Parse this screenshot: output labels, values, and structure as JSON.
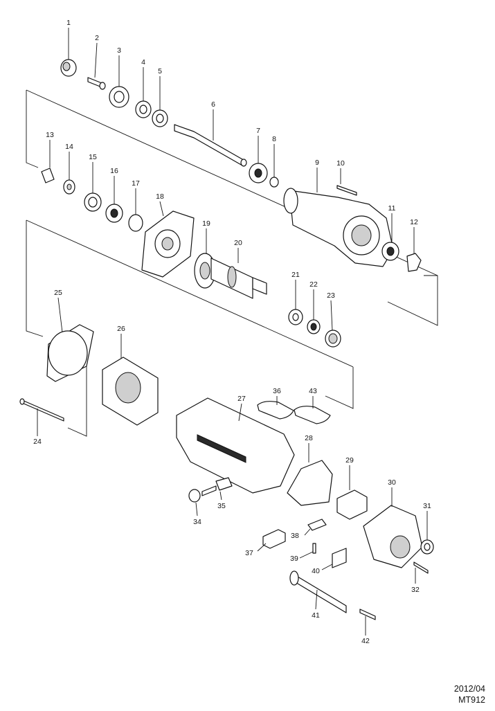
{
  "diagram": {
    "callouts": [
      "1",
      "2",
      "3",
      "4",
      "5",
      "6",
      "7",
      "8",
      "9",
      "10",
      "11",
      "12",
      "13",
      "14",
      "15",
      "16",
      "17",
      "18",
      "19",
      "20",
      "21",
      "22",
      "23",
      "24",
      "25",
      "26",
      "27",
      "28",
      "29",
      "30",
      "31",
      "32",
      "34",
      "35",
      "36",
      "37",
      "38",
      "39",
      "40",
      "41",
      "42",
      "43"
    ]
  },
  "footer": {
    "date": "2012/04",
    "model": "MT912"
  }
}
